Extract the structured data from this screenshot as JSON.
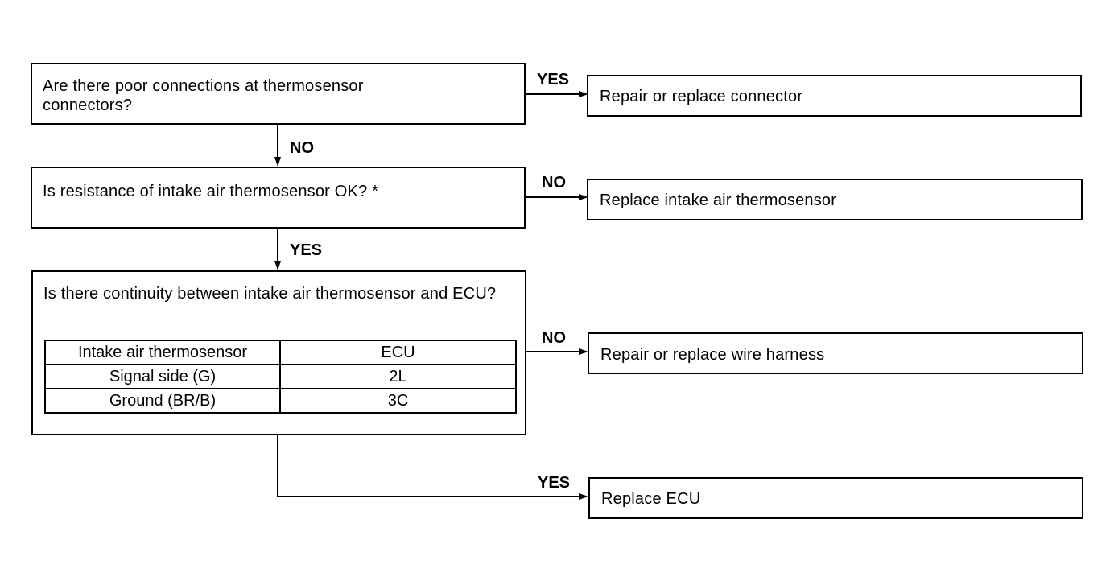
{
  "questions": [
    {
      "text": "Are there poor connections at thermosensor connectors?"
    },
    {
      "text": "Is resistance of intake air thermosensor OK? *"
    },
    {
      "text": "Is there continuity between intake air thermosensor and ECU?"
    }
  ],
  "actions": [
    {
      "text": "Repair or replace connector"
    },
    {
      "text": "Replace intake air thermosensor"
    },
    {
      "text": "Repair or replace wire harness"
    },
    {
      "text": "Replace ECU"
    }
  ],
  "labels": {
    "q1_yes": "YES",
    "q1_no": "NO",
    "q2_no": "NO",
    "q2_yes": "YES",
    "q3_no": "NO",
    "q3_yes": "YES"
  },
  "table": {
    "headers": [
      "Intake air thermosensor",
      "ECU"
    ],
    "rows": [
      [
        "Signal side (G)",
        "2L"
      ],
      [
        "Ground (BR/B)",
        "3C"
      ]
    ]
  }
}
